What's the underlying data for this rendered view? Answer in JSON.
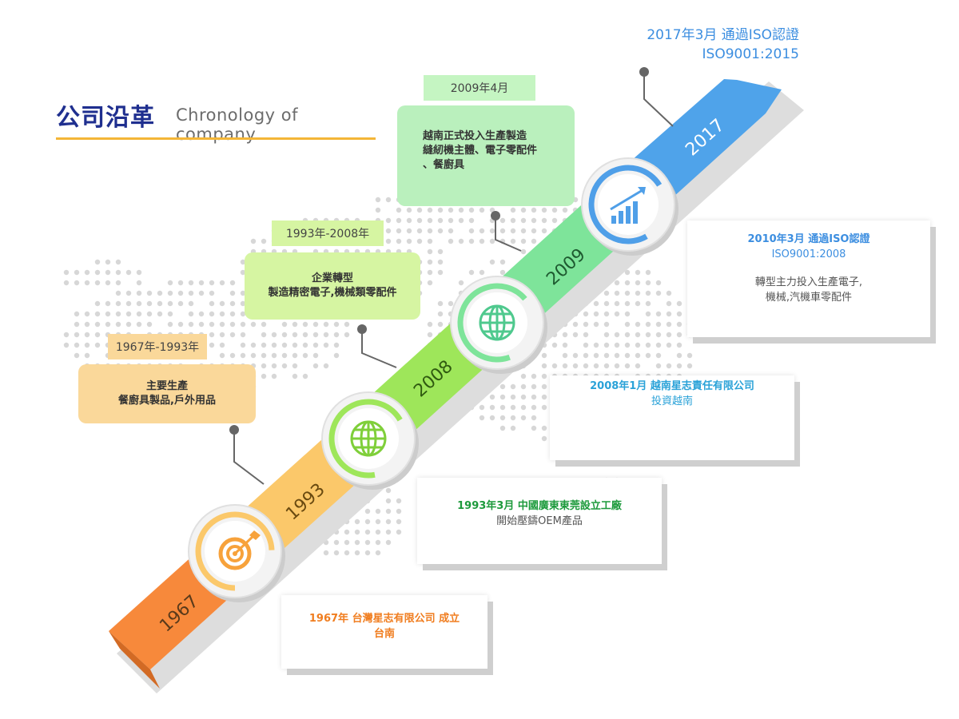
{
  "header": {
    "title_cn": "公司沿革",
    "title_en": "Chronology of company"
  },
  "colors": {
    "orange": "#f7893b",
    "yellow": "#fbc86a",
    "lime": "#9ee65a",
    "green": "#7ee49a",
    "blue": "#4fa3ea",
    "accent_line": "#f4b637",
    "title_blue": "#1f2f8f"
  },
  "ribbon": {
    "years": [
      "1967",
      "1993",
      "2008",
      "2009",
      "2017"
    ]
  },
  "icons": [
    "target-icon",
    "globe-icon",
    "globe-icon",
    "growth-chart-icon"
  ],
  "milestones_top": [
    {
      "period": "1967年-1993年",
      "lines": [
        "主要生產",
        "餐廚具製品,戶外用品"
      ]
    },
    {
      "period": "1993年-2008年",
      "lines": [
        "企業轉型",
        "製造精密電子,機械類零配件"
      ]
    },
    {
      "period": "2009年4月",
      "lines": [
        "越南正式投入生產製造",
        "縫紉機主體、電子零配件",
        "、餐廚具"
      ]
    }
  ],
  "milestones_bottom": [
    {
      "headline": "1967年  台灣星志有限公司 成立",
      "sub": "台南"
    },
    {
      "headline": "1993年3月   中國廣東東莞設立工廠",
      "sub": "開始壓鑄OEM產品"
    },
    {
      "headline": "2008年1月  越南星志責任有限公司",
      "sub": "投資越南"
    },
    {
      "headline": "2010年3月  通過ISO認證",
      "sub_blue": "ISO9001:2008",
      "sub": "轉型主力投入生產電子,",
      "sub2": "機械,汽機車零配件"
    }
  ],
  "iso_2017": {
    "headline": "2017年3月  通過ISO認證",
    "sub": "ISO9001:2015"
  }
}
